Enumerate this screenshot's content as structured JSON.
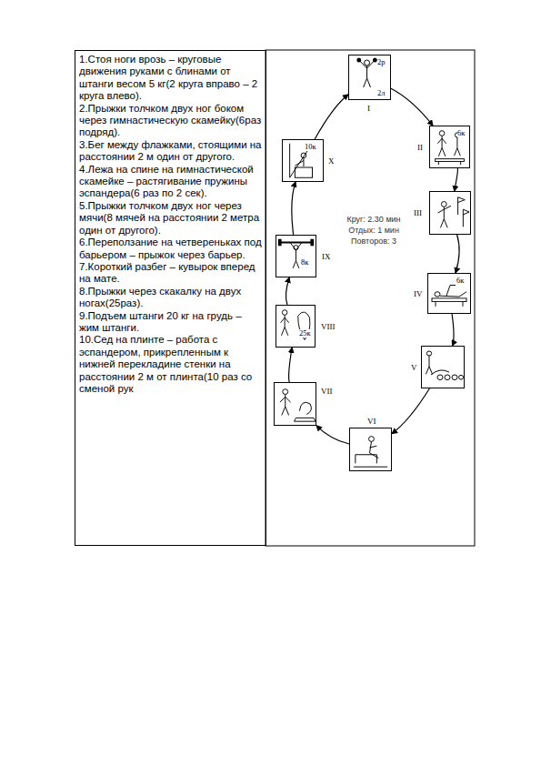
{
  "diagram": {
    "nodes": [
      {
        "text": [
          "1.Стоя ноги врозь – круговые движения руками с блинами от штанги весом 5 кг(2 круга вправо – 2 круга влево).",
          "2.Прыжки толчком двух ног боком через гимнастическую скамейку(6раз подряд).",
          "3.Бег между флажками, стоящими на расстоянии 2 м один от другого.",
          "4.Лежа на спине на гимнастической скамейке – растягивание пружины эспандера(6 раз по 2 сек).",
          "5.Прыжки толчком двух ног через мячи(8 мячей на расстоянии 2 метра один от другого).",
          "6.Переползание на четвереньках под барьером – прыжок через барьер.",
          "7.Короткий разбег – кувырок вперед на мате.",
          "8.Прыжки через скакалку на двух ногах(25раз).",
          "9.Подъем штанги 20 кг на грудь – жим штанги.",
          "10.Сед на плинте – работа с эспандером, прикрепленным к нижней перекладине стенки на расстоянии 2 м от плинта(10 раз со сменой рук"
        ]
      },
      {
        "text": [
          "I",
          "2р",
          "2л"
        ]
      },
      {
        "text": [
          "II",
          "6к"
        ]
      },
      {
        "text": [
          "III"
        ]
      },
      {
        "text": [
          "IV",
          "6к"
        ]
      },
      {
        "text": [
          "V"
        ]
      },
      {
        "text": [
          "VI"
        ]
      },
      {
        "text": [
          "VII"
        ]
      },
      {
        "text": [
          "VIII",
          "25к"
        ]
      },
      {
        "text": [
          "IX",
          "8к"
        ]
      },
      {
        "text": [
          "X",
          "10к"
        ]
      }
    ],
    "edges": [
      {
        "from": 1,
        "to": 2,
        "arrow": "to"
      },
      {
        "from": 2,
        "to": 3,
        "arrow": "to"
      },
      {
        "from": 3,
        "to": 4,
        "arrow": "to"
      },
      {
        "from": 4,
        "to": 5,
        "arrow": "to"
      },
      {
        "from": 5,
        "to": 6,
        "arrow": "to"
      },
      {
        "from": 6,
        "to": 7,
        "arrow": "to"
      },
      {
        "from": 7,
        "to": 8,
        "arrow": "to"
      },
      {
        "from": 8,
        "to": 9,
        "arrow": "to"
      },
      {
        "from": 9,
        "to": 10,
        "arrow": "to"
      },
      {
        "from": 10,
        "to": 1,
        "arrow": "to"
      }
    ],
    "labels": [
      "Круг: 2.30 мин",
      "Отдых: 1 мин",
      "Повторов: 3"
    ]
  }
}
